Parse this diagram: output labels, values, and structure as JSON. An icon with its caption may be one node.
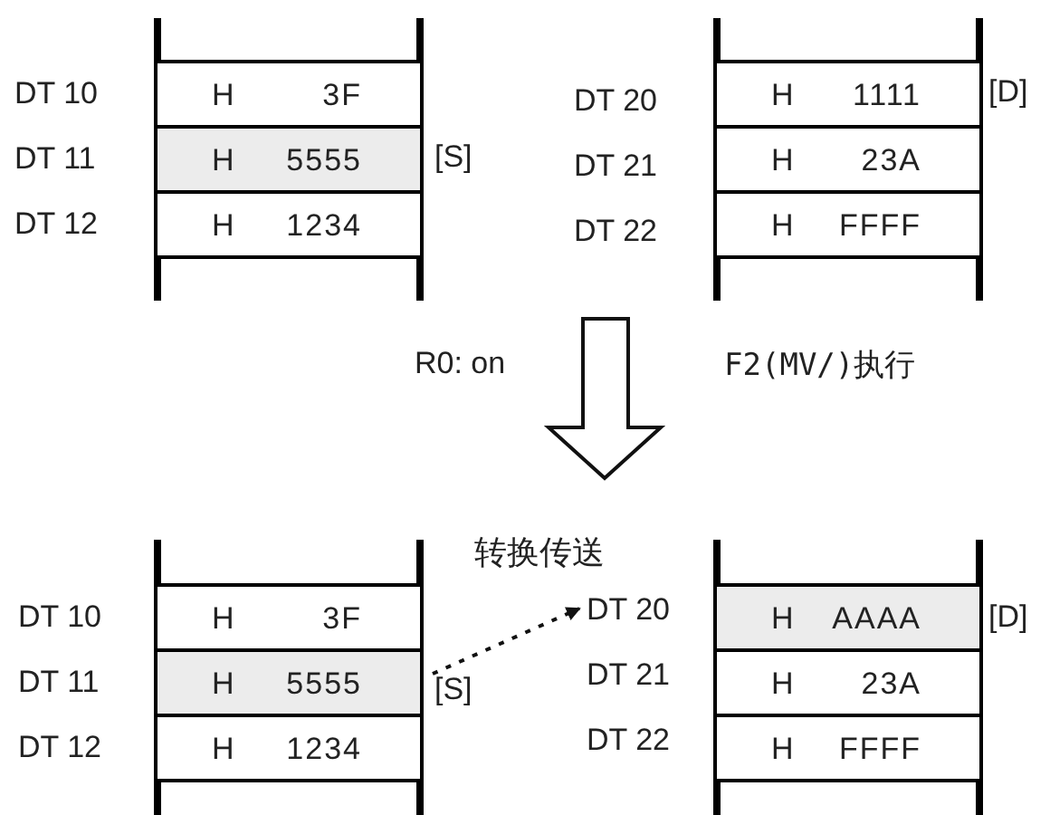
{
  "diagram": {
    "nodes": [
      {
        "text": [
          "H",
          "3F"
        ],
        "beside": [
          "DT 10"
        ]
      },
      {
        "text": [
          "H",
          "5555"
        ],
        "beside": [
          "DT 11"
        ]
      },
      {
        "text": [
          "H",
          "1234"
        ],
        "beside": [
          "DT 12"
        ]
      },
      {
        "text": [
          "H",
          "1111"
        ],
        "beside": [
          "DT 20"
        ]
      },
      {
        "text": [
          "H",
          "23A"
        ],
        "beside": [
          "DT 21"
        ]
      },
      {
        "text": [
          "H",
          "FFFF"
        ],
        "beside": [
          "DT 22"
        ]
      },
      {
        "text": [
          "H",
          "3F"
        ],
        "beside": [
          "DT 10"
        ]
      },
      {
        "text": [
          "H",
          "5555"
        ],
        "beside": [
          "DT 11"
        ]
      },
      {
        "text": [
          "H",
          "1234"
        ],
        "beside": [
          "DT 12"
        ]
      },
      {
        "text": [
          "H",
          "AAAA"
        ],
        "beside": [
          "DT 20"
        ]
      },
      {
        "text": [
          "H",
          "23A"
        ],
        "beside": [
          "DT 21"
        ]
      },
      {
        "text": [
          "H",
          "FFFF"
        ],
        "beside": [
          "DT 22"
        ]
      }
    ],
    "edges": [
      {
        "from": 7,
        "to": 9,
        "arrow": "to",
        "style": "dashed",
        "label": "转换传送"
      }
    ],
    "labels": [
      "[S]",
      "[D]",
      "R0: on",
      "F2(MV/)执行",
      "[S]",
      "[D]"
    ]
  }
}
